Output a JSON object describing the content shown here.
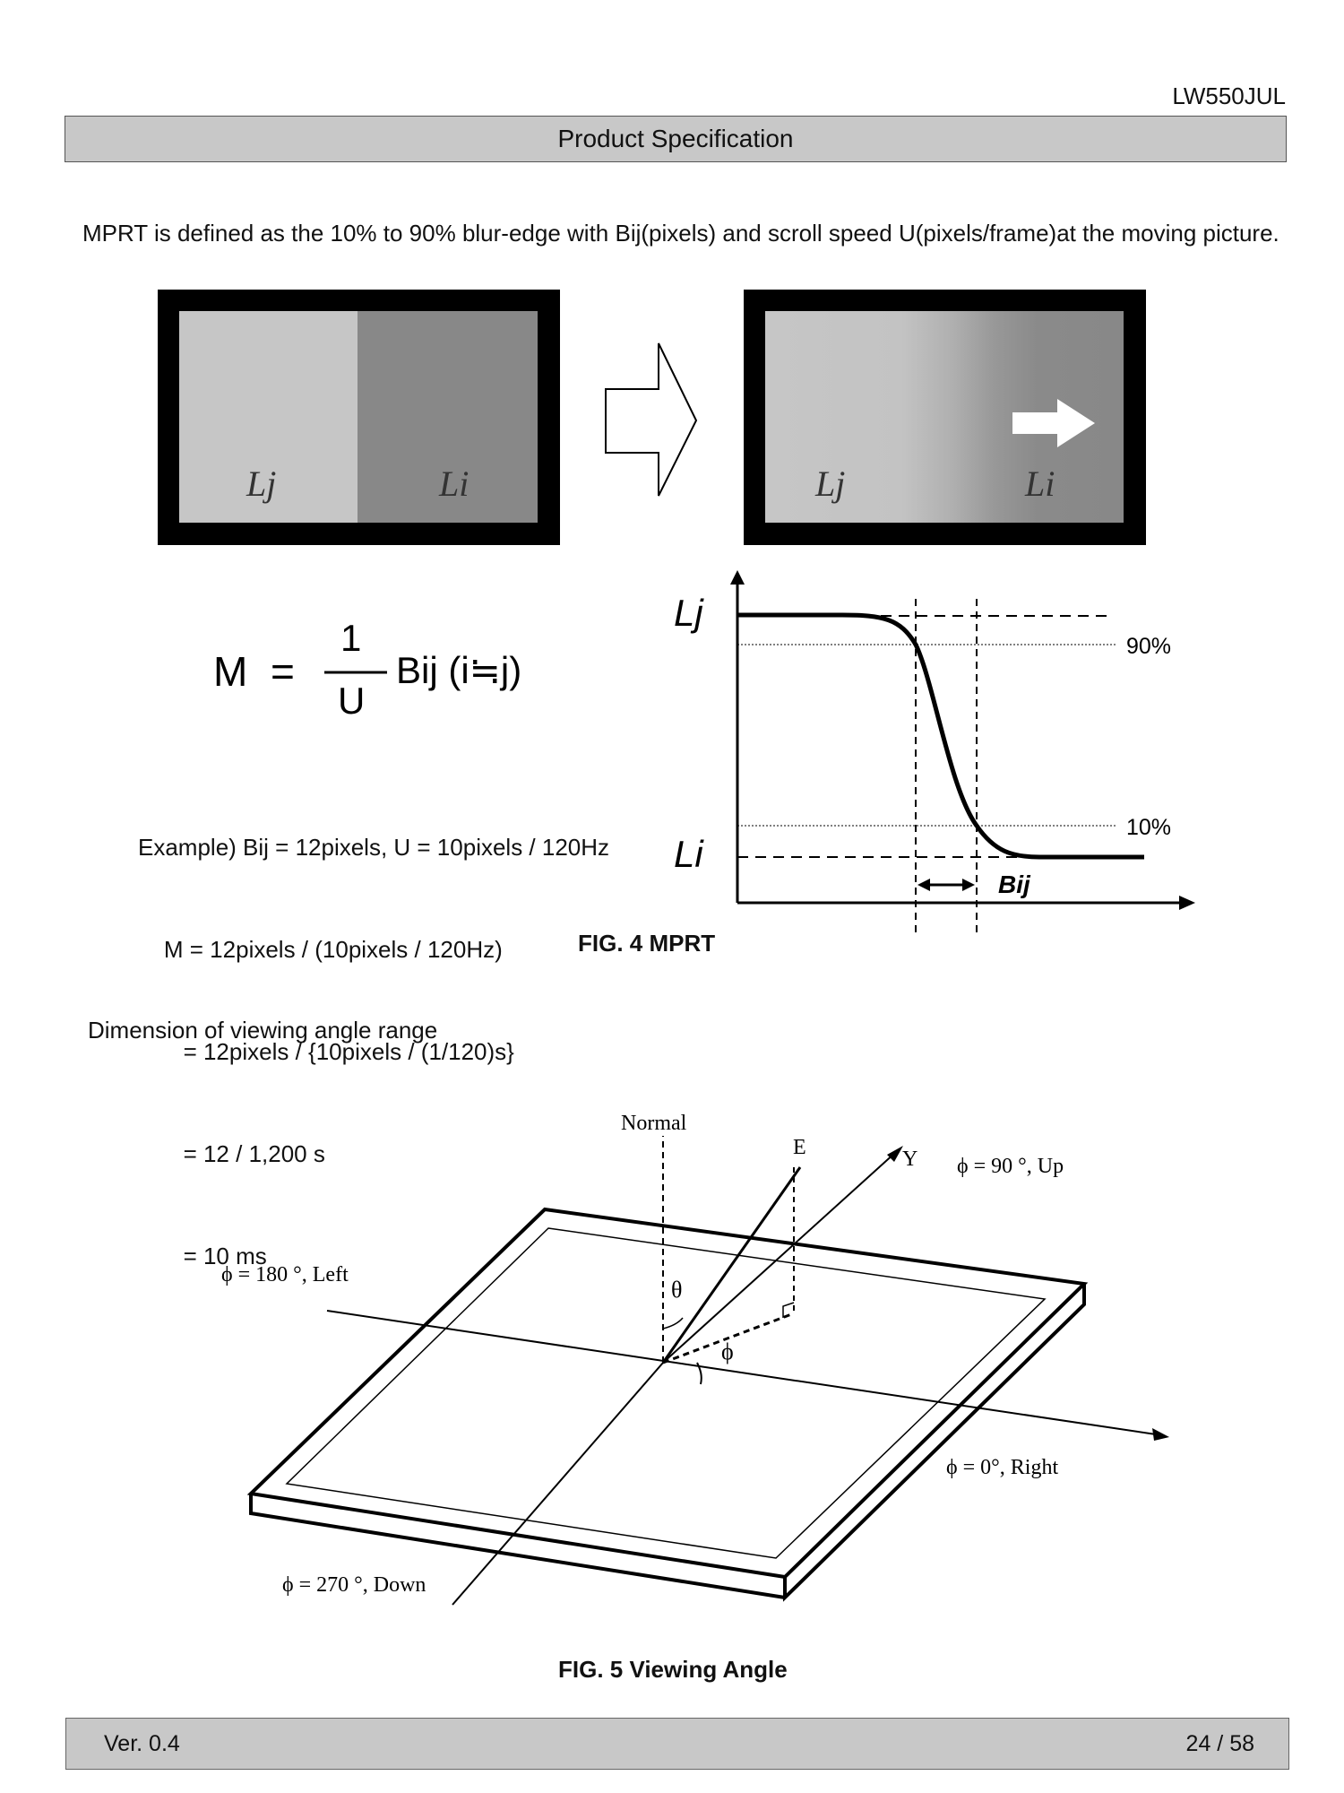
{
  "header": {
    "doc_code": "LW550JUL",
    "title": "Product Specification"
  },
  "mprt": {
    "intro": "MPRT is defined as the  10% to 90% blur-edge with Bij(pixels) and scroll speed U(pixels/frame)at the moving picture.",
    "panel_left": {
      "label_left": "Lj",
      "label_right": "Li"
    },
    "panel_right": {
      "label_left": "Lj",
      "label_right": "Li"
    },
    "formula": {
      "lhs": "M",
      "eq": "=",
      "numerator": "1",
      "denominator": "U",
      "rhs": "Bij (i≒j)"
    },
    "example_lines": [
      "Example) Bij = 12pixels, U = 10pixels / 120Hz",
      "    M = 12pixels / (10pixels / 120Hz)",
      "       = 12pixels / {10pixels / (1/120)s}",
      "       = 12 / 1,200 s",
      "       = 10 ms"
    ],
    "graph": {
      "y_top_label": "Lj",
      "y_bottom_label": "Li",
      "pct_high": "90%",
      "pct_low": "10%",
      "width_label": "Bij"
    },
    "caption": "FIG. 4 MPRT"
  },
  "viewing_angle": {
    "section_title": "Dimension of viewing angle range",
    "labels": {
      "normal": "Normal",
      "e": "E",
      "y": "Y",
      "up": "ϕ = 90 °, Up",
      "left": "ϕ = 180 °, Left",
      "right": "ϕ = 0°, Right",
      "down": "ϕ = 270 °, Down",
      "theta": "θ",
      "phi": "ϕ"
    },
    "caption": "FIG. 5 Viewing Angle"
  },
  "footer": {
    "version": "Ver. 0.4",
    "page": "24 / 58"
  }
}
